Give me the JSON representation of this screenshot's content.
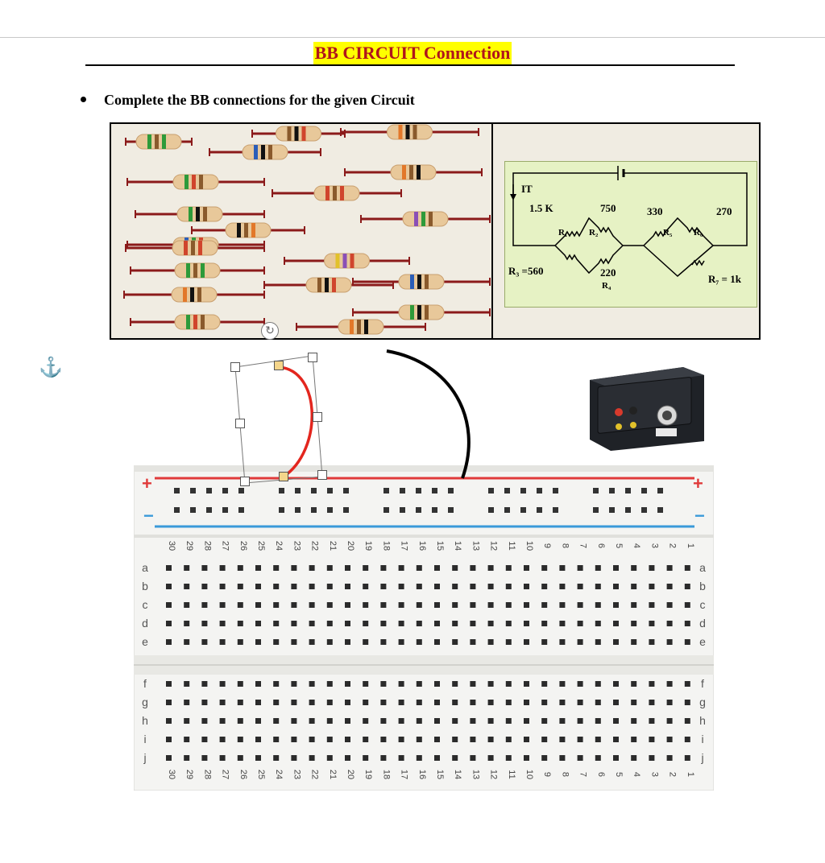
{
  "document": {
    "title": "BB CIRCUIT Connection",
    "instruction": "Complete the BB connections for the given Circuit"
  },
  "circuit": {
    "current_label": "IT",
    "values": {
      "r1": "1.5 K",
      "r2": "750",
      "r3": "R₃ =560",
      "r4_value": "220",
      "r5": "330",
      "r6": "270",
      "r7": "R₇ = 1k"
    },
    "names": {
      "r1": "R₁",
      "r2": "R₂",
      "r4": "R₄",
      "r5": "R₅",
      "r6": "R₆"
    }
  },
  "breadboard": {
    "rail_plus": "+",
    "rail_minus": "−",
    "row_letters_top": [
      "a",
      "b",
      "c",
      "d",
      "e"
    ],
    "row_letters_bottom": [
      "f",
      "g",
      "h",
      "i",
      "j"
    ],
    "column_count": 30
  },
  "colors": {
    "title_highlight": "#ffff00",
    "title_text": "#b0151b",
    "rail_red": "#e03a3a",
    "rail_blue": "#3a9ad9",
    "circuit_bg": "#e6f2c4",
    "wire_red": "#e3261e",
    "wire_black": "#000000"
  },
  "icons": {
    "anchor": "anchor-icon",
    "rotate": "rotate-handle-icon"
  }
}
